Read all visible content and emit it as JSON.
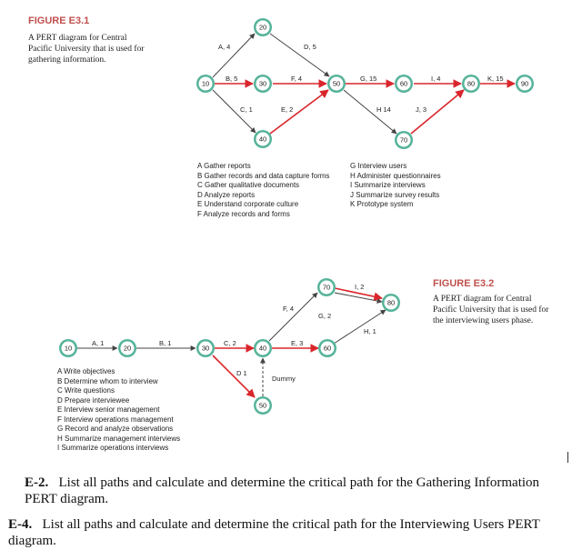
{
  "figure1": {
    "title": "FIGURE E3.1",
    "caption": [
      "A PERT diagram for Central",
      "Pacific University that is used for",
      "gathering information."
    ],
    "nodes": [
      "10",
      "20",
      "30",
      "40",
      "50",
      "60",
      "70",
      "80",
      "90"
    ],
    "edges": [
      "A, 4",
      "D, 5",
      "B, 5",
      "F, 4",
      "C, 1",
      "E, 2",
      "G, 15",
      "I, 4",
      "K, 15",
      "H 14",
      "J, 3"
    ],
    "legend_left": [
      "A  Gather reports",
      "B  Gather records and data capture forms",
      "C  Gather qualitative documents",
      "D  Analyze reports",
      "E  Understand corporate culture",
      "F  Analyze records and forms"
    ],
    "legend_right": [
      "G  Interview users",
      "H  Administer questionnaires",
      "I   Summarize interviews",
      "J  Summarize survey results",
      "K  Prototype system"
    ]
  },
  "figure2": {
    "title": "FIGURE E3.2",
    "caption": [
      "A PERT diagram for Central",
      "Pacific University that is used for",
      "the interviewing users phase."
    ],
    "nodes": [
      "10",
      "20",
      "30",
      "40",
      "50",
      "60",
      "70",
      "80"
    ],
    "edges": [
      "A, 1",
      "B, 1",
      "C, 2",
      "D 1",
      "Dummy",
      "E, 3",
      "F, 4",
      "G, 2",
      "H, 1",
      "I, 2"
    ],
    "legend": [
      "A  Write objectives",
      "B  Determine whom to interview",
      "C  Write questions",
      "D  Prepare interviewee",
      "E  Interview senior management",
      "F  Interview operations management",
      "G  Record and analyze observations",
      "H  Summarize management interviews",
      "I   Summarize operations interviews"
    ]
  },
  "questions": [
    {
      "label": "E-2.",
      "text": "List all paths and calculate and determine the critical path for the Gathering Information PERT diagram."
    },
    {
      "label": "E-4.",
      "text": "List all paths and calculate and determine the critical path for the Interviewing Users PERT diagram."
    }
  ],
  "colors": {
    "title": "#c0504d",
    "arrow": "#d9262c",
    "node_fill": "#56b39a",
    "node_inner": "#ffffff",
    "line": "#444444"
  }
}
